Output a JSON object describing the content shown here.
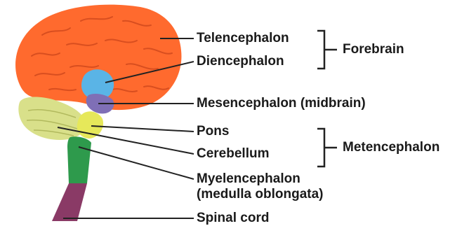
{
  "labels": {
    "telencephalon": "Telencephalon",
    "diencephalon": "Diencephalon",
    "mesencephalon": "Mesencephalon (midbrain)",
    "pons": "Pons",
    "cerebellum": "Cerebellum",
    "myelencephalon_line1": "Myelencephalon",
    "myelencephalon_line2": "(medulla oblongata)",
    "spinal_cord": "Spinal cord"
  },
  "groups": {
    "forebrain": "Forebrain",
    "metencephalon": "Metencephalon"
  },
  "colors": {
    "telencephalon": "#ff6a2e",
    "diencephalon": "#5ab4e6",
    "mesencephalon": "#7f6fb6",
    "cerebellum": "#d9e08a",
    "pons": "#e6e85a",
    "medulla": "#2e9a4c",
    "spinal_cord": "#8a3a66",
    "leader_line": "#222222"
  }
}
